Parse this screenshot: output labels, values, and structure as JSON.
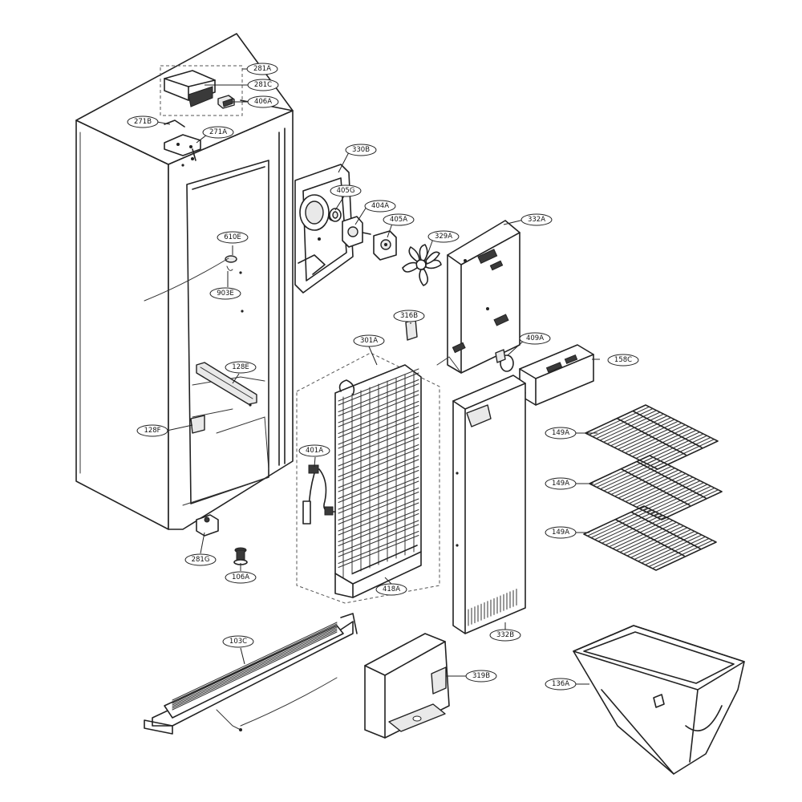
{
  "parts": {
    "p281A": "281A",
    "p281C": "281C",
    "p406A": "406A",
    "p271B": "271B",
    "p271A": "271A",
    "p330B": "330B",
    "p405G": "405G",
    "p404A": "404A",
    "p405A": "405A",
    "p329A": "329A",
    "p332A": "332A",
    "p610E": "610E",
    "p903E": "903E",
    "p316B": "316B",
    "p301A": "301A",
    "p409A": "409A",
    "p158C": "158C",
    "p128E": "128E",
    "p128F": "128F",
    "p401A": "401A",
    "p149A_1": "149A",
    "p149A_2": "149A",
    "p149A_3": "149A",
    "p418A": "418A",
    "p281G": "281G",
    "p106A": "106A",
    "p332B": "332B",
    "p103C": "103C",
    "p319B": "319B",
    "p136A": "136A"
  },
  "colors": {
    "line": "#222222",
    "background": "#ffffff"
  }
}
